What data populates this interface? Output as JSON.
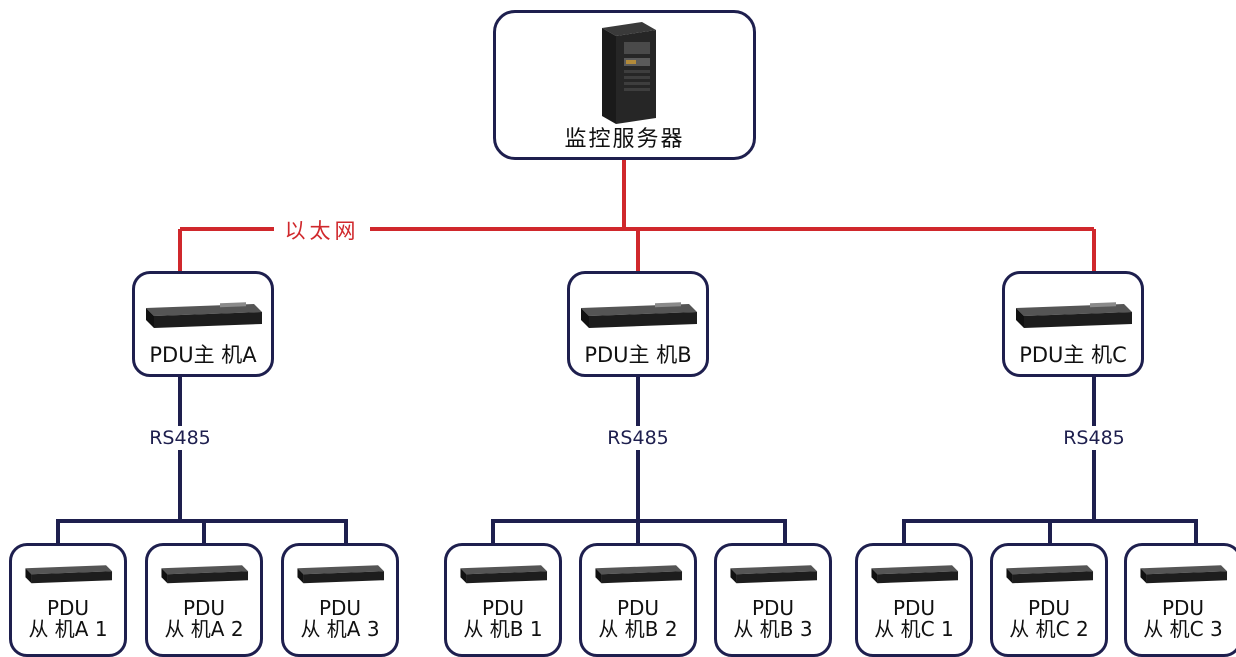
{
  "server": {
    "label": "监控服务器",
    "icon": "tower-server-icon"
  },
  "network": {
    "label": "以太网",
    "color": "#d0282c"
  },
  "bus_color": "#1e1f4e",
  "hosts": [
    {
      "label": "PDU主 机A",
      "bus_label": "RS485",
      "slaves": [
        {
          "line1": "PDU",
          "line2": "从 机A 1"
        },
        {
          "line1": "PDU",
          "line2": "从 机A 2"
        },
        {
          "line1": "PDU",
          "line2": "从 机A 3"
        }
      ]
    },
    {
      "label": "PDU主 机B",
      "bus_label": "RS485",
      "slaves": [
        {
          "line1": "PDU",
          "line2": "从 机B 1"
        },
        {
          "line1": "PDU",
          "line2": "从 机B 2"
        },
        {
          "line1": "PDU",
          "line2": "从 机B 3"
        }
      ]
    },
    {
      "label": "PDU主 机C",
      "bus_label": "RS485",
      "slaves": [
        {
          "line1": "PDU",
          "line2": "从 机C 1"
        },
        {
          "line1": "PDU",
          "line2": "从 机C 2"
        },
        {
          "line1": "PDU",
          "line2": "从 机C 3"
        }
      ]
    }
  ]
}
